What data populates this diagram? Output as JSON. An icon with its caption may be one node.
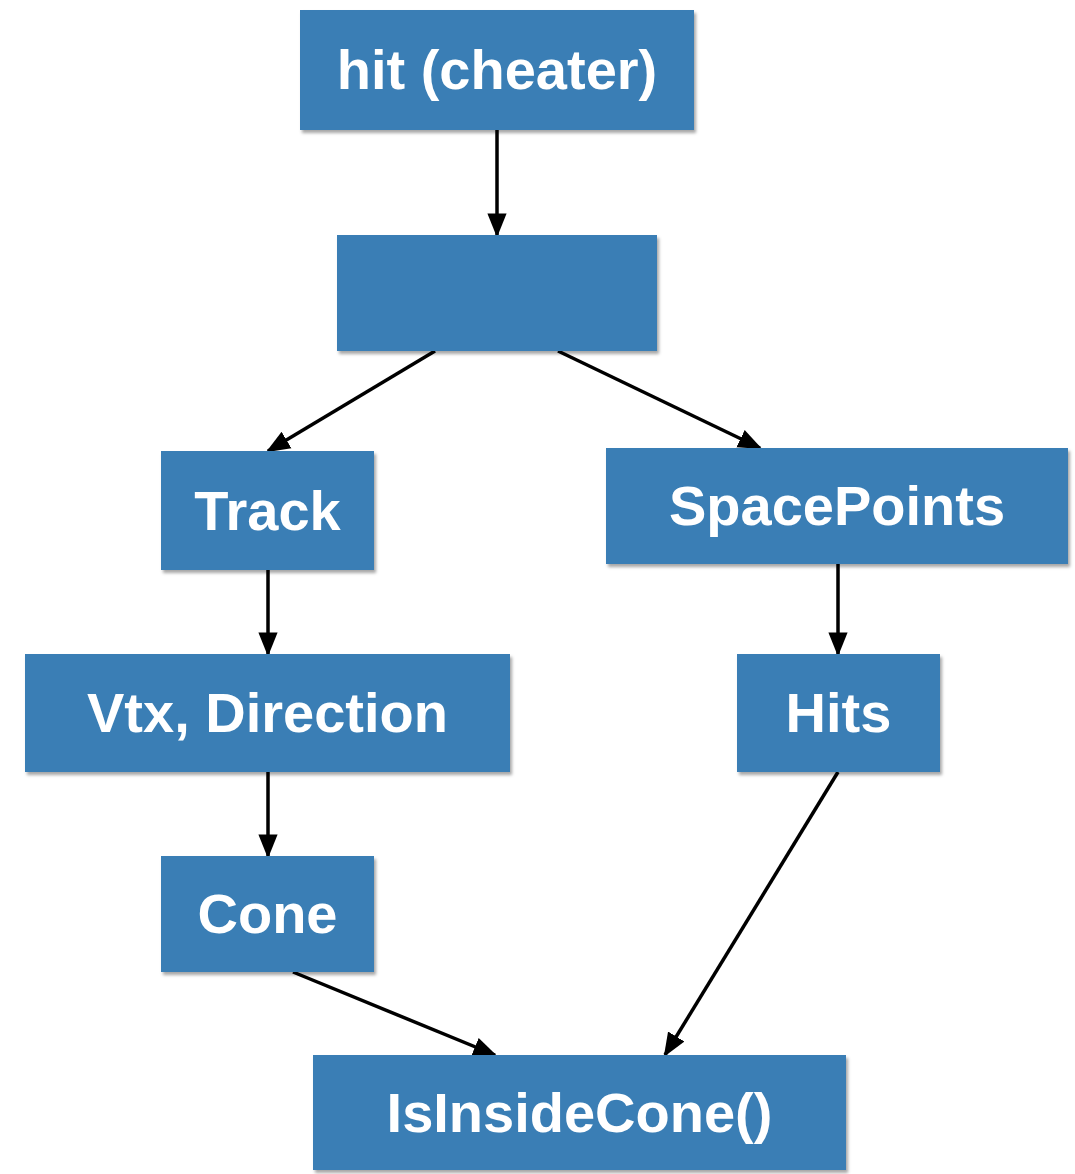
{
  "diagram": {
    "nodes": [
      {
        "text": [
          "hit (cheater)"
        ]
      },
      {
        "text": [],
        "shape": "box"
      },
      {
        "text": [
          "Track"
        ]
      },
      {
        "text": [
          "SpacePoints"
        ]
      },
      {
        "text": [
          "Vtx, Direction"
        ]
      },
      {
        "text": [
          "Hits"
        ]
      },
      {
        "text": [
          "Cone"
        ]
      },
      {
        "text": [
          "IsInsideCone()"
        ]
      }
    ],
    "edges": [
      {
        "from": 0,
        "to": 1,
        "arrow": "to"
      },
      {
        "from": 1,
        "to": 2,
        "arrow": "to"
      },
      {
        "from": 1,
        "to": 3,
        "arrow": "to"
      },
      {
        "from": 2,
        "to": 4,
        "arrow": "to"
      },
      {
        "from": 4,
        "to": 6,
        "arrow": "to"
      },
      {
        "from": 3,
        "to": 5,
        "arrow": "to"
      },
      {
        "from": 6,
        "to": 7,
        "arrow": "to"
      },
      {
        "from": 5,
        "to": 7,
        "arrow": "to"
      }
    ]
  }
}
